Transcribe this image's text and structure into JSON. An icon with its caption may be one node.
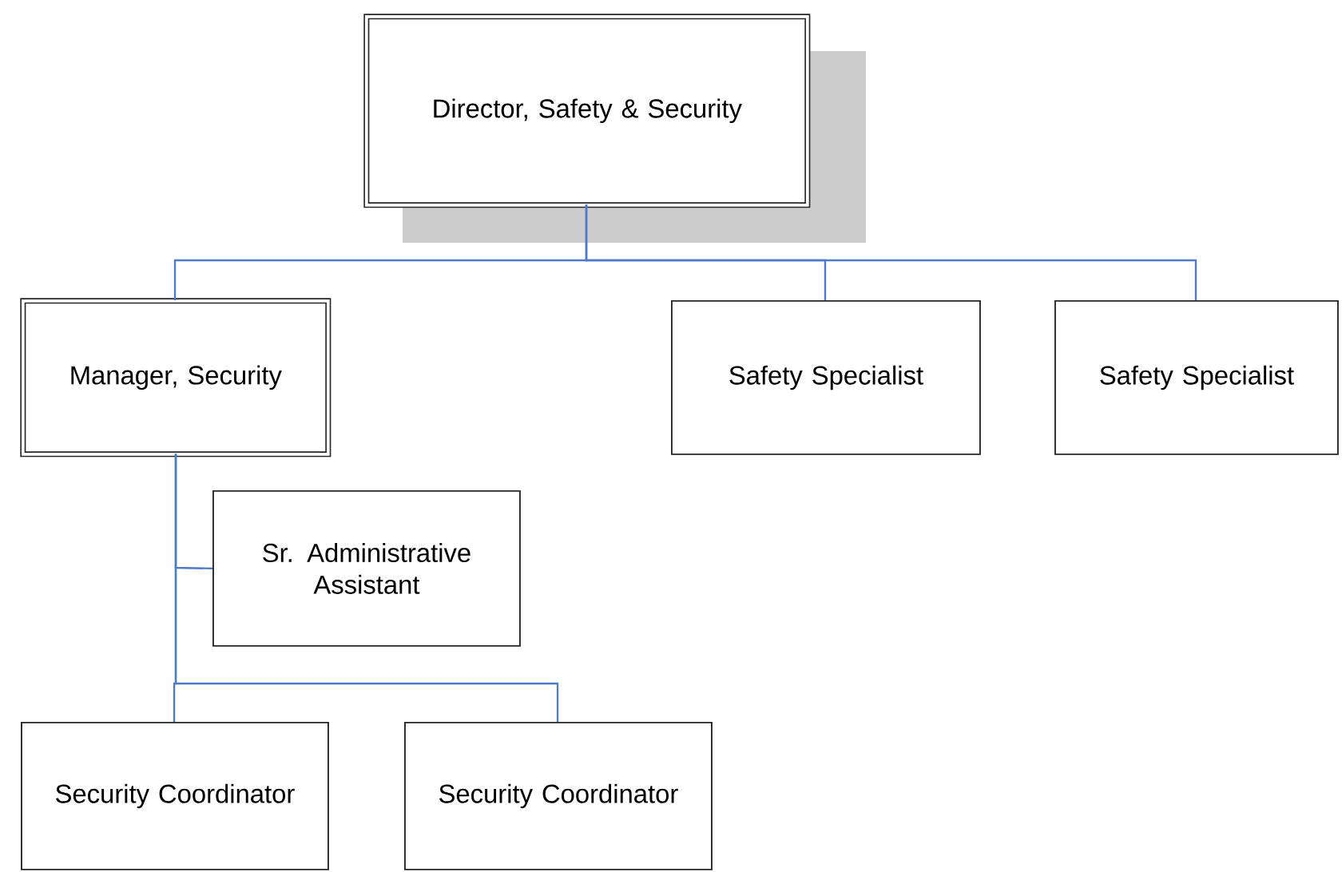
{
  "diagram": {
    "nodes": [
      {
        "text": [
          "Director, Safety & Security"
        ]
      },
      {
        "text": [
          "Manager, Security"
        ]
      },
      {
        "text": [
          "Safety Specialist"
        ]
      },
      {
        "text": [
          "Safety Specialist"
        ]
      },
      {
        "text": [
          "Sr. Administrative Assistant"
        ]
      },
      {
        "text": [
          "Security Coordinator"
        ]
      },
      {
        "text": [
          "Security Coordinator"
        ]
      }
    ],
    "edges": [
      {
        "from": 0,
        "to": 1,
        "arrow": "none"
      },
      {
        "from": 0,
        "to": 2,
        "arrow": "none"
      },
      {
        "from": 0,
        "to": 3,
        "arrow": "none"
      },
      {
        "from": 1,
        "to": 4,
        "arrow": "none"
      },
      {
        "from": 1,
        "to": 5,
        "arrow": "none"
      },
      {
        "from": 1,
        "to": 6,
        "arrow": "none"
      }
    ]
  }
}
